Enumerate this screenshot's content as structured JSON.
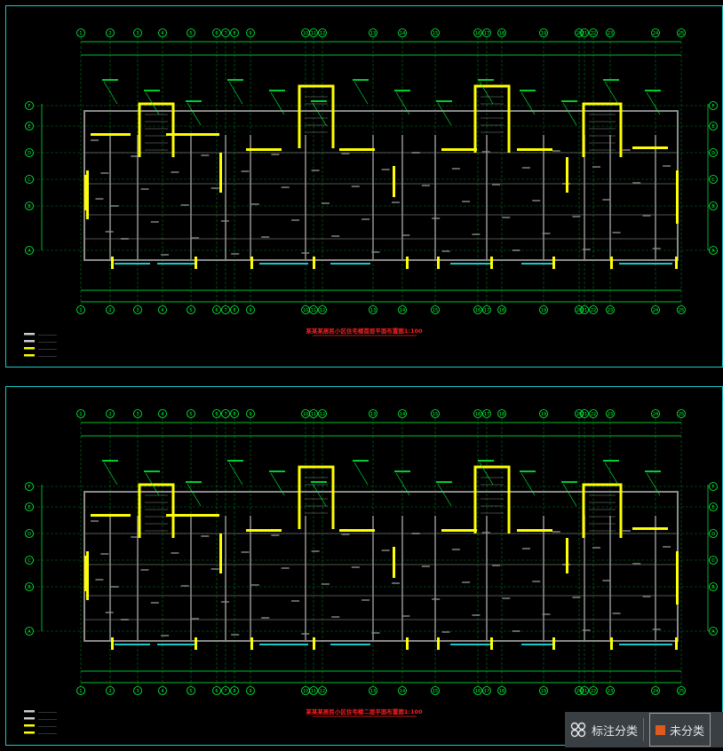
{
  "sheets": [
    {
      "title": "某某某居民小区住宅楼首层平面布置图1:100"
    },
    {
      "title": "某某某居民小区住宅楼二层平面布置图1:100"
    }
  ],
  "axis_labels": [
    "1",
    "2",
    "3",
    "4",
    "5",
    "6",
    "7",
    "8",
    "9",
    "10",
    "11",
    "12",
    "13",
    "14",
    "15",
    "16",
    "17",
    "18",
    "19",
    "20",
    "21",
    "22",
    "23",
    "24",
    "25"
  ],
  "row_labels": [
    "F",
    "E",
    "D",
    "C",
    "B",
    "A"
  ],
  "legend": {
    "items": [
      "——————",
      "——————",
      "——————",
      "——————"
    ]
  },
  "colors": {
    "frame": "#19c8c8",
    "wall": "#ffff00",
    "line": "#00ff3c",
    "grey": "#8a8a8a",
    "cyan": "#19c8c8",
    "red": "#ff2020",
    "accent": "#e05a1e"
  },
  "toolbar": {
    "annotate_label": "标注分类",
    "unclassified_label": "未分类",
    "grid_icon": "grid-icon"
  }
}
